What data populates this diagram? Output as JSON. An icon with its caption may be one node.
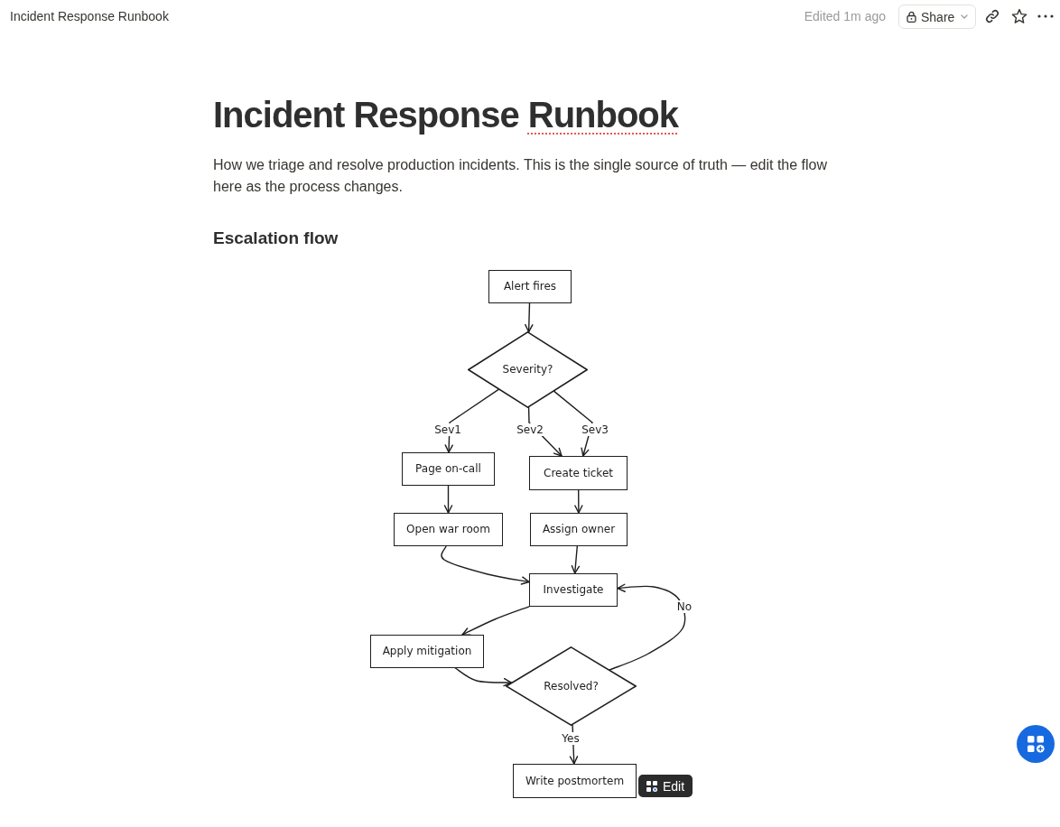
{
  "diagram": {
    "title": "Incident Response Runbook",
    "nodes": [
      {
        "text": [
          "Alert fires"
        ]
      },
      {
        "text": [
          "Severity?"
        ]
      },
      {
        "text": [
          "Page on-call"
        ]
      },
      {
        "text": [
          "Create ticket"
        ]
      },
      {
        "text": [
          "Open war room"
        ]
      },
      {
        "text": [
          "Assign owner"
        ]
      },
      {
        "text": [
          "Investigate"
        ]
      },
      {
        "text": [
          "Apply mitigation"
        ]
      },
      {
        "text": [
          "Resolved?"
        ]
      },
      {
        "text": [
          "Write postmortem"
        ]
      }
    ],
    "edges": [
      {
        "from": 0,
        "to": 1,
        "arrow": "to"
      },
      {
        "from": 1,
        "to": 2,
        "arrow": "to",
        "label": "Sev1"
      },
      {
        "from": 1,
        "to": 3,
        "arrow": "to",
        "label": "Sev2"
      },
      {
        "from": 1,
        "to": 3,
        "arrow": "to",
        "label": "Sev3"
      },
      {
        "from": 2,
        "to": 4,
        "arrow": "to"
      },
      {
        "from": 3,
        "to": 5,
        "arrow": "to"
      },
      {
        "from": 4,
        "to": 6,
        "arrow": "to"
      },
      {
        "from": 5,
        "to": 6,
        "arrow": "to"
      },
      {
        "from": 6,
        "to": 7,
        "arrow": "to"
      },
      {
        "from": 7,
        "to": 8,
        "arrow": "to"
      },
      {
        "from": 8,
        "to": 6,
        "arrow": "to",
        "label": "No"
      },
      {
        "from": 8,
        "to": 9,
        "arrow": "to",
        "label": "Yes"
      }
    ],
    "labels": [
      "Incident Response Runbook",
      "Edited 1m ago",
      "Share",
      "How we triage and resolve production incidents. This is the single source of truth — edit the flow here as the process changes.",
      "Escalation flow",
      "Edit"
    ]
  }
}
